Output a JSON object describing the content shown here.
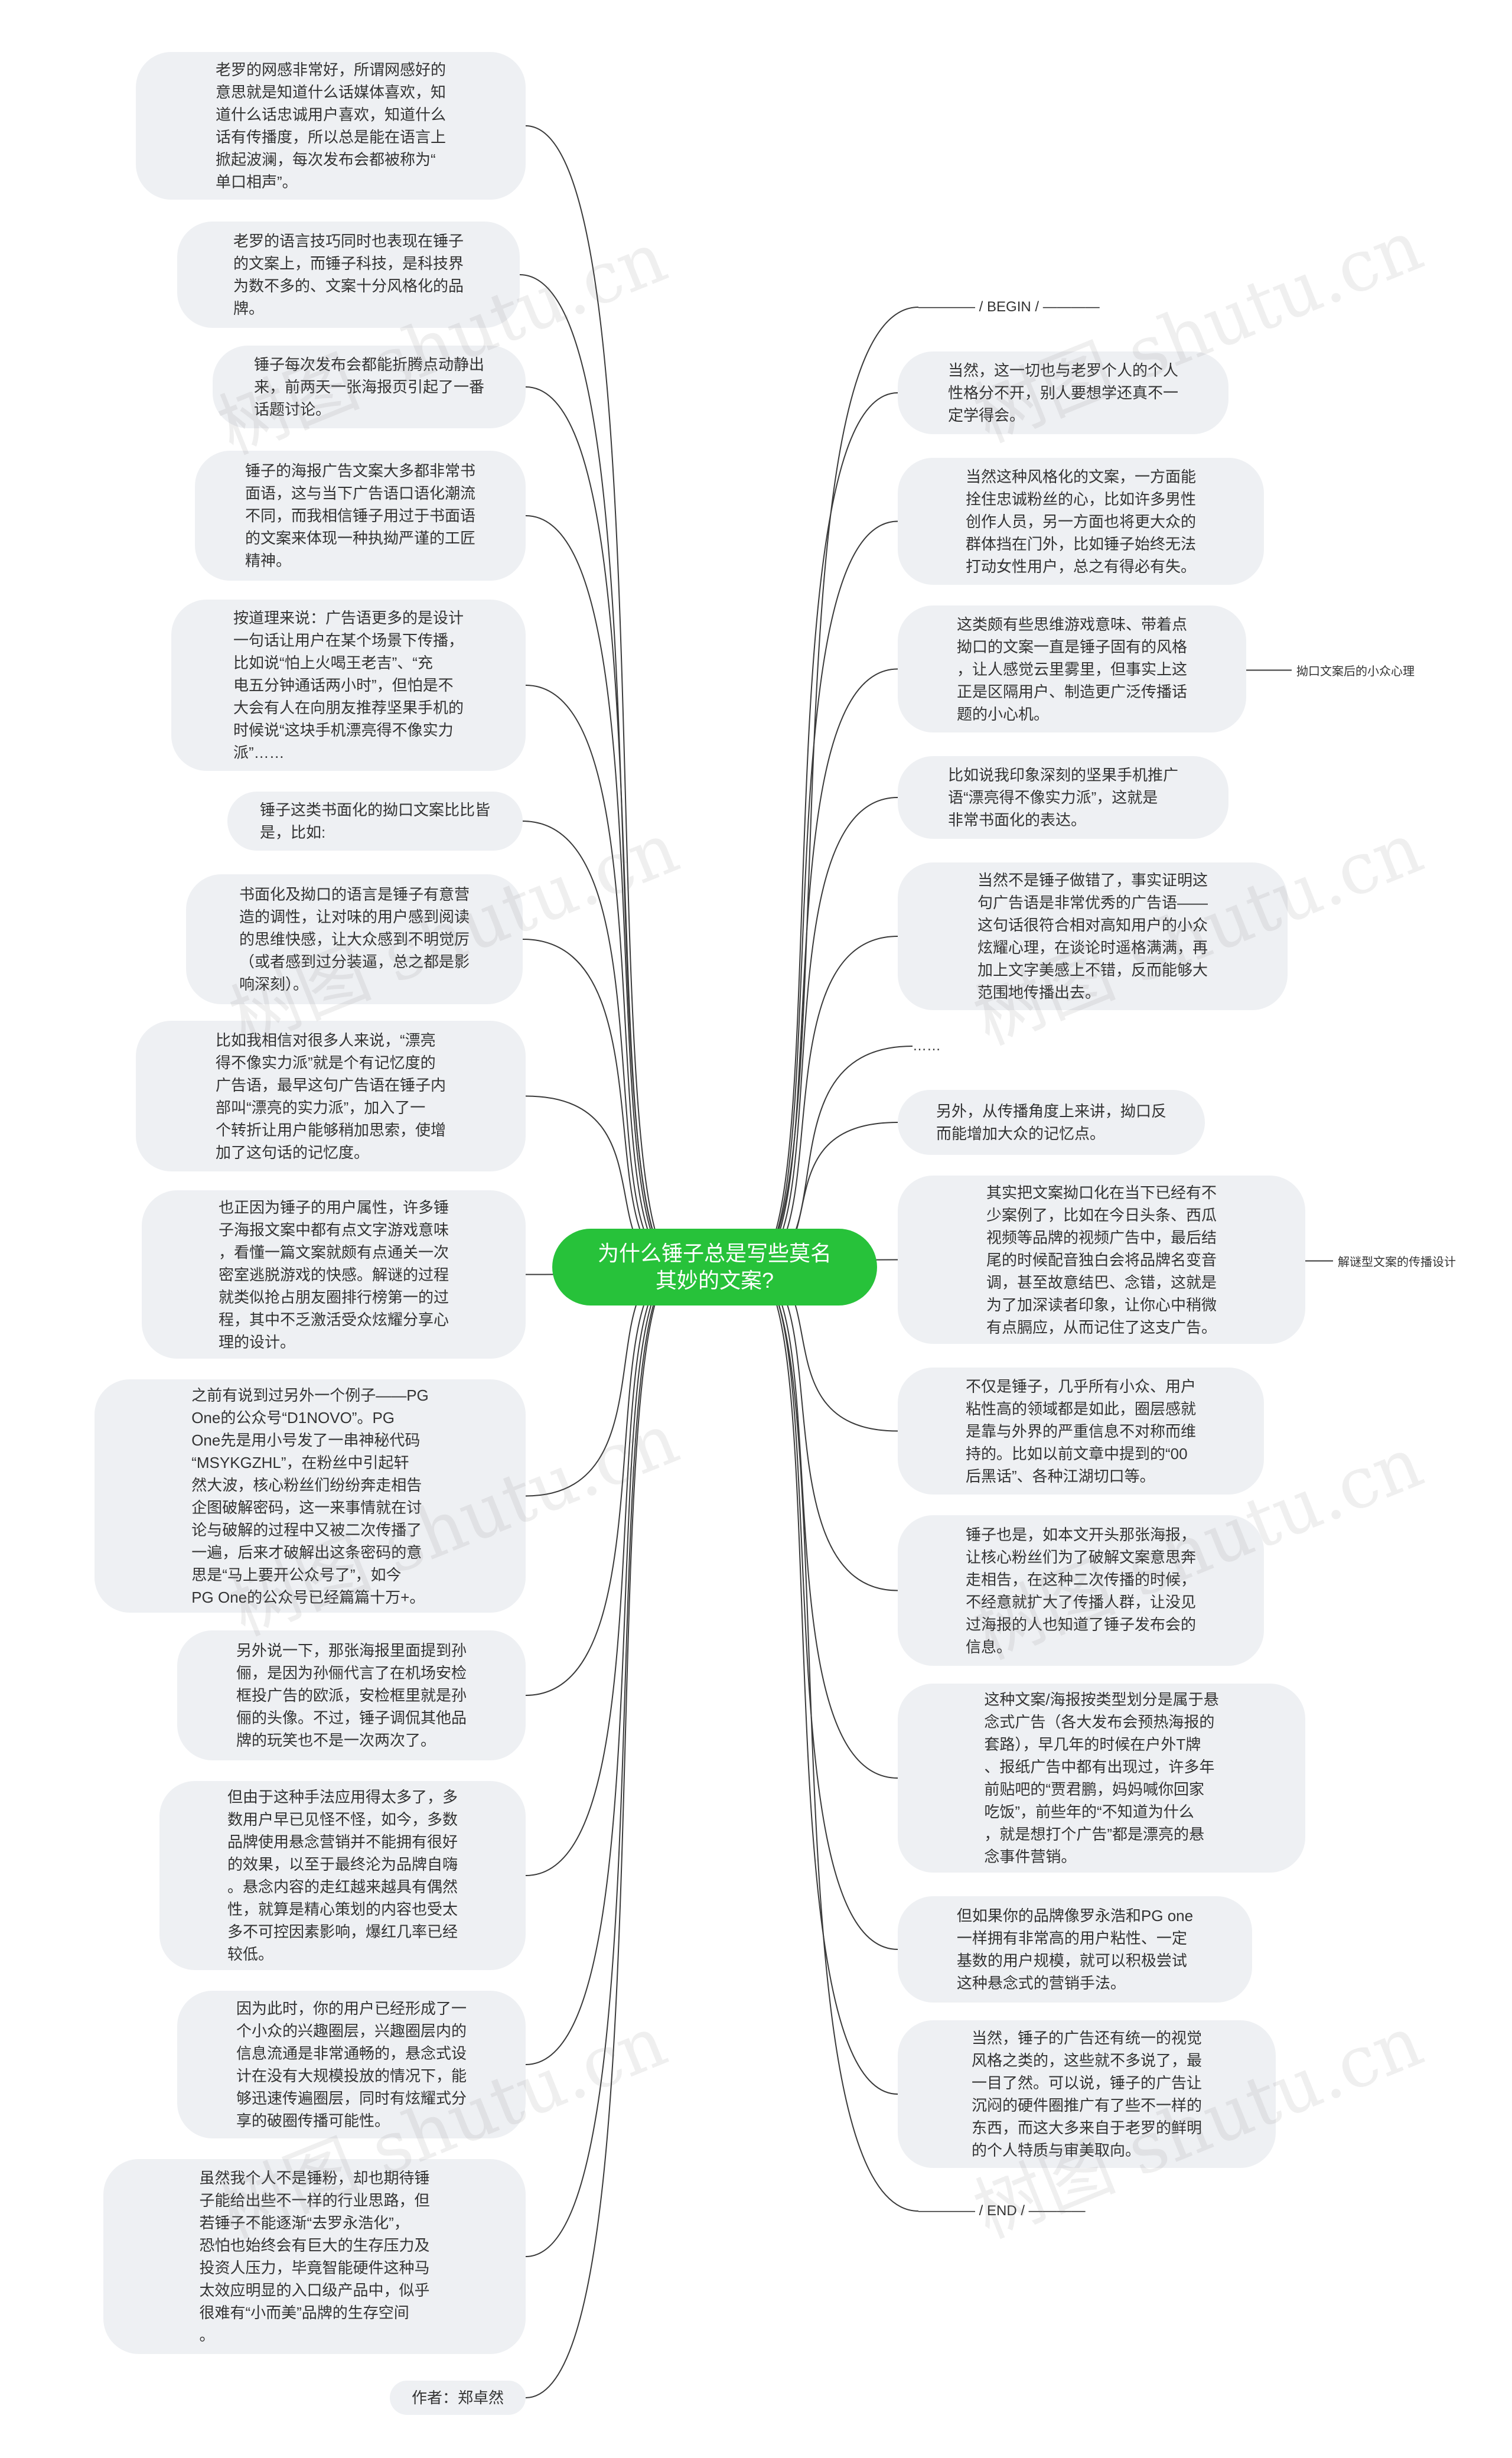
{
  "root": {
    "title": "为什么锤子总是写些莫名\n其妙的文案?"
  },
  "left_nodes": [
    "老罗的网感非常好，所谓网感好的\n意思就是知道什么话媒体喜欢，知\n道什么话忠诚用户喜欢，知道什么\n话有传播度，所以总是能在语言上\n掀起波澜，每次发布会都被称为“\n单口相声”。",
    "老罗的语言技巧同时也表现在锤子\n的文案上，而锤子科技，是科技界\n为数不多的、文案十分风格化的品\n牌。",
    "锤子每次发布会都能折腾点动静出\n来，前两天一张海报页引起了一番\n话题讨论。",
    "锤子的海报广告文案大多都非常书\n面语，这与当下广告语口语化潮流\n不同，而我相信锤子用过于书面语\n的文案来体现一种执拗严谨的工匠\n精神。",
    "按道理来说：广告语更多的是设计\n一句话让用户在某个场景下传播，\n比如说“怕上火喝王老吉”、“充\n电五分钟通话两小时”，但怕是不\n大会有人在向朋友推荐坚果手机的\n时候说“这块手机漂亮得不像实力\n派”……",
    "锤子这类书面化的拗口文案比比皆\n是，比如:",
    "书面化及拗口的语言是锤子有意营\n造的调性，让对味的用户感到阅读\n的思维快感，让大众感到不明觉厉\n（或者感到过分装逼，总之都是影\n响深刻）。",
    "比如我相信对很多人来说，“漂亮\n得不像实力派”就是个有记忆度的\n广告语，最早这句广告语在锤子内\n部叫“漂亮的实力派”，加入了一\n个转折让用户能够稍加思索，使增\n加了这句话的记忆度。",
    "也正因为锤子的用户属性，许多锤\n子海报文案中都有点文字游戏意味\n，看懂一篇文案就颇有点通关一次\n密室逃脱游戏的快感。解谜的过程\n就类似抢占朋友圈排行榜第一的过\n程，其中不乏激活受众炫耀分享心\n理的设计。",
    "之前有说到过另外一个例子——PG\nOne的公众号“D1NOVO”。PG\nOne先是用小号发了一串神秘代码\n“MSYKGZHL”，在粉丝中引起轩\n然大波，核心粉丝们纷纷奔走相告\n企图破解密码，这一来事情就在讨\n论与破解的过程中又被二次传播了\n一遍，后来才破解出这条密码的意\n思是“马上要开公众号了”，如今\nPG One的公众号已经篇篇十万+。",
    "另外说一下，那张海报里面提到孙\n俪，是因为孙俪代言了在机场安检\n框投广告的欧派，安检框里就是孙\n俪的头像。不过，锤子调侃其他品\n牌的玩笑也不是一次两次了。",
    "但由于这种手法应用得太多了，多\n数用户早已见怪不怪，如今，多数\n品牌使用悬念营销并不能拥有很好\n的效果，以至于最终沦为品牌自嗨\n。悬念内容的走红越来越具有偶然\n性，就算是精心策划的内容也受太\n多不可控因素影响，爆红几率已经\n较低。",
    "因为此时，你的用户已经形成了一\n个小众的兴趣圈层，兴趣圈层内的\n信息流通是非常通畅的，悬念式设\n计在没有大规模投放的情况下，能\n够迅速传遍圈层，同时有炫耀式分\n享的破圈传播可能性。",
    "虽然我个人不是锤粉，却也期待锤\n子能给出些不一样的行业思路，但\n若锤子不能逐渐“去罗永浩化”，\n恐怕也始终会有巨大的生存压力及\n投资人压力，毕竟智能硬件这种马\n太效应明显的入口级产品中，似乎\n很难有“小而美”品牌的生存空间\n。",
    "作者：郑卓然"
  ],
  "right_nodes": [
    "———— / BEGIN / ————",
    "当然，这一切也与老罗个人的个人\n性格分不开，别人要想学还真不一\n定学得会。",
    "当然这种风格化的文案，一方面能\n拴住忠诚粉丝的心，比如许多男性\n创作人员，另一方面也将更大众的\n群体挡在门外，比如锤子始终无法\n打动女性用户，总之有得必有失。",
    "这类颇有些思维游戏意味、带着点\n拗口的文案一直是锤子固有的风格\n，让人感觉云里雾里，但事实上这\n正是区隔用户、制造更广泛传播话\n题的小心机。",
    "比如说我印象深刻的坚果手机推广\n语“漂亮得不像实力派”，这就是\n非常书面化的表达。",
    "当然不是锤子做错了，事实证明这\n句广告语是非常优秀的广告语——\n这句话很符合相对高知用户的小众\n炫耀心理，在谈论时遥格满满，再\n加上文字美感上不错，反而能够大\n范围地传播出去。",
    "……",
    "另外，从传播角度上来讲，拗口反\n而能增加大众的记忆点。",
    "其实把文案拗口化在当下已经有不\n少案例了，比如在今日头条、西瓜\n视频等品牌的视频广告中，最后结\n尾的时候配音独白会将品牌名变音\n调，甚至故意结巴、念错，这就是\n为了加深读者印象，让你心中稍微\n有点膈应，从而记住了这支广告。",
    "不仅是锤子，几乎所有小众、用户\n粘性高的领域都是如此，圈层感就\n是靠与外界的严重信息不对称而维\n持的。比如以前文章中提到的“00\n后黑话”、各种江湖切口等。",
    "锤子也是，如本文开头那张海报，\n让核心粉丝们为了破解文案意思奔\n走相告，在这种二次传播的时候，\n不经意就扩大了传播人群，让没见\n过海报的人也知道了锤子发布会的\n信息。",
    "这种文案/海报按类型划分是属于悬\n念式广告（各大发布会预热海报的\n套路），早几年的时候在户外T牌\n、报纸广告中都有出现过，许多年\n前贴吧的“贾君鹏，妈妈喊你回家\n吃饭”，前些年的“不知道为什么\n，就是想打个广告”都是漂亮的悬\n念事件营销。",
    "但如果你的品牌像罗永浩和PG one\n一样拥有非常高的用户粘性、一定\n基数的用户规模，就可以积极尝试\n这种悬念式的营销手法。",
    "当然，锤子的广告还有统一的视觉\n风格之类的，这些就不多说了，最\n一目了然。可以说，锤子的广告让\n沉闷的硬件圈推广有了些不一样的\n东西，而这大多来自于老罗的鲜明\n的个人特质与审美取向。",
    "———— / END / ————"
  ],
  "sub_labels": [
    "拗口文案后的小众心理",
    "解谜型文案的传播设计"
  ],
  "watermark_text": "树图 shutu.cn",
  "colors": {
    "root_fill": "#27c23a",
    "node_fill": "#eef0f3",
    "line": "#3a3a3a",
    "text": "#333333"
  }
}
